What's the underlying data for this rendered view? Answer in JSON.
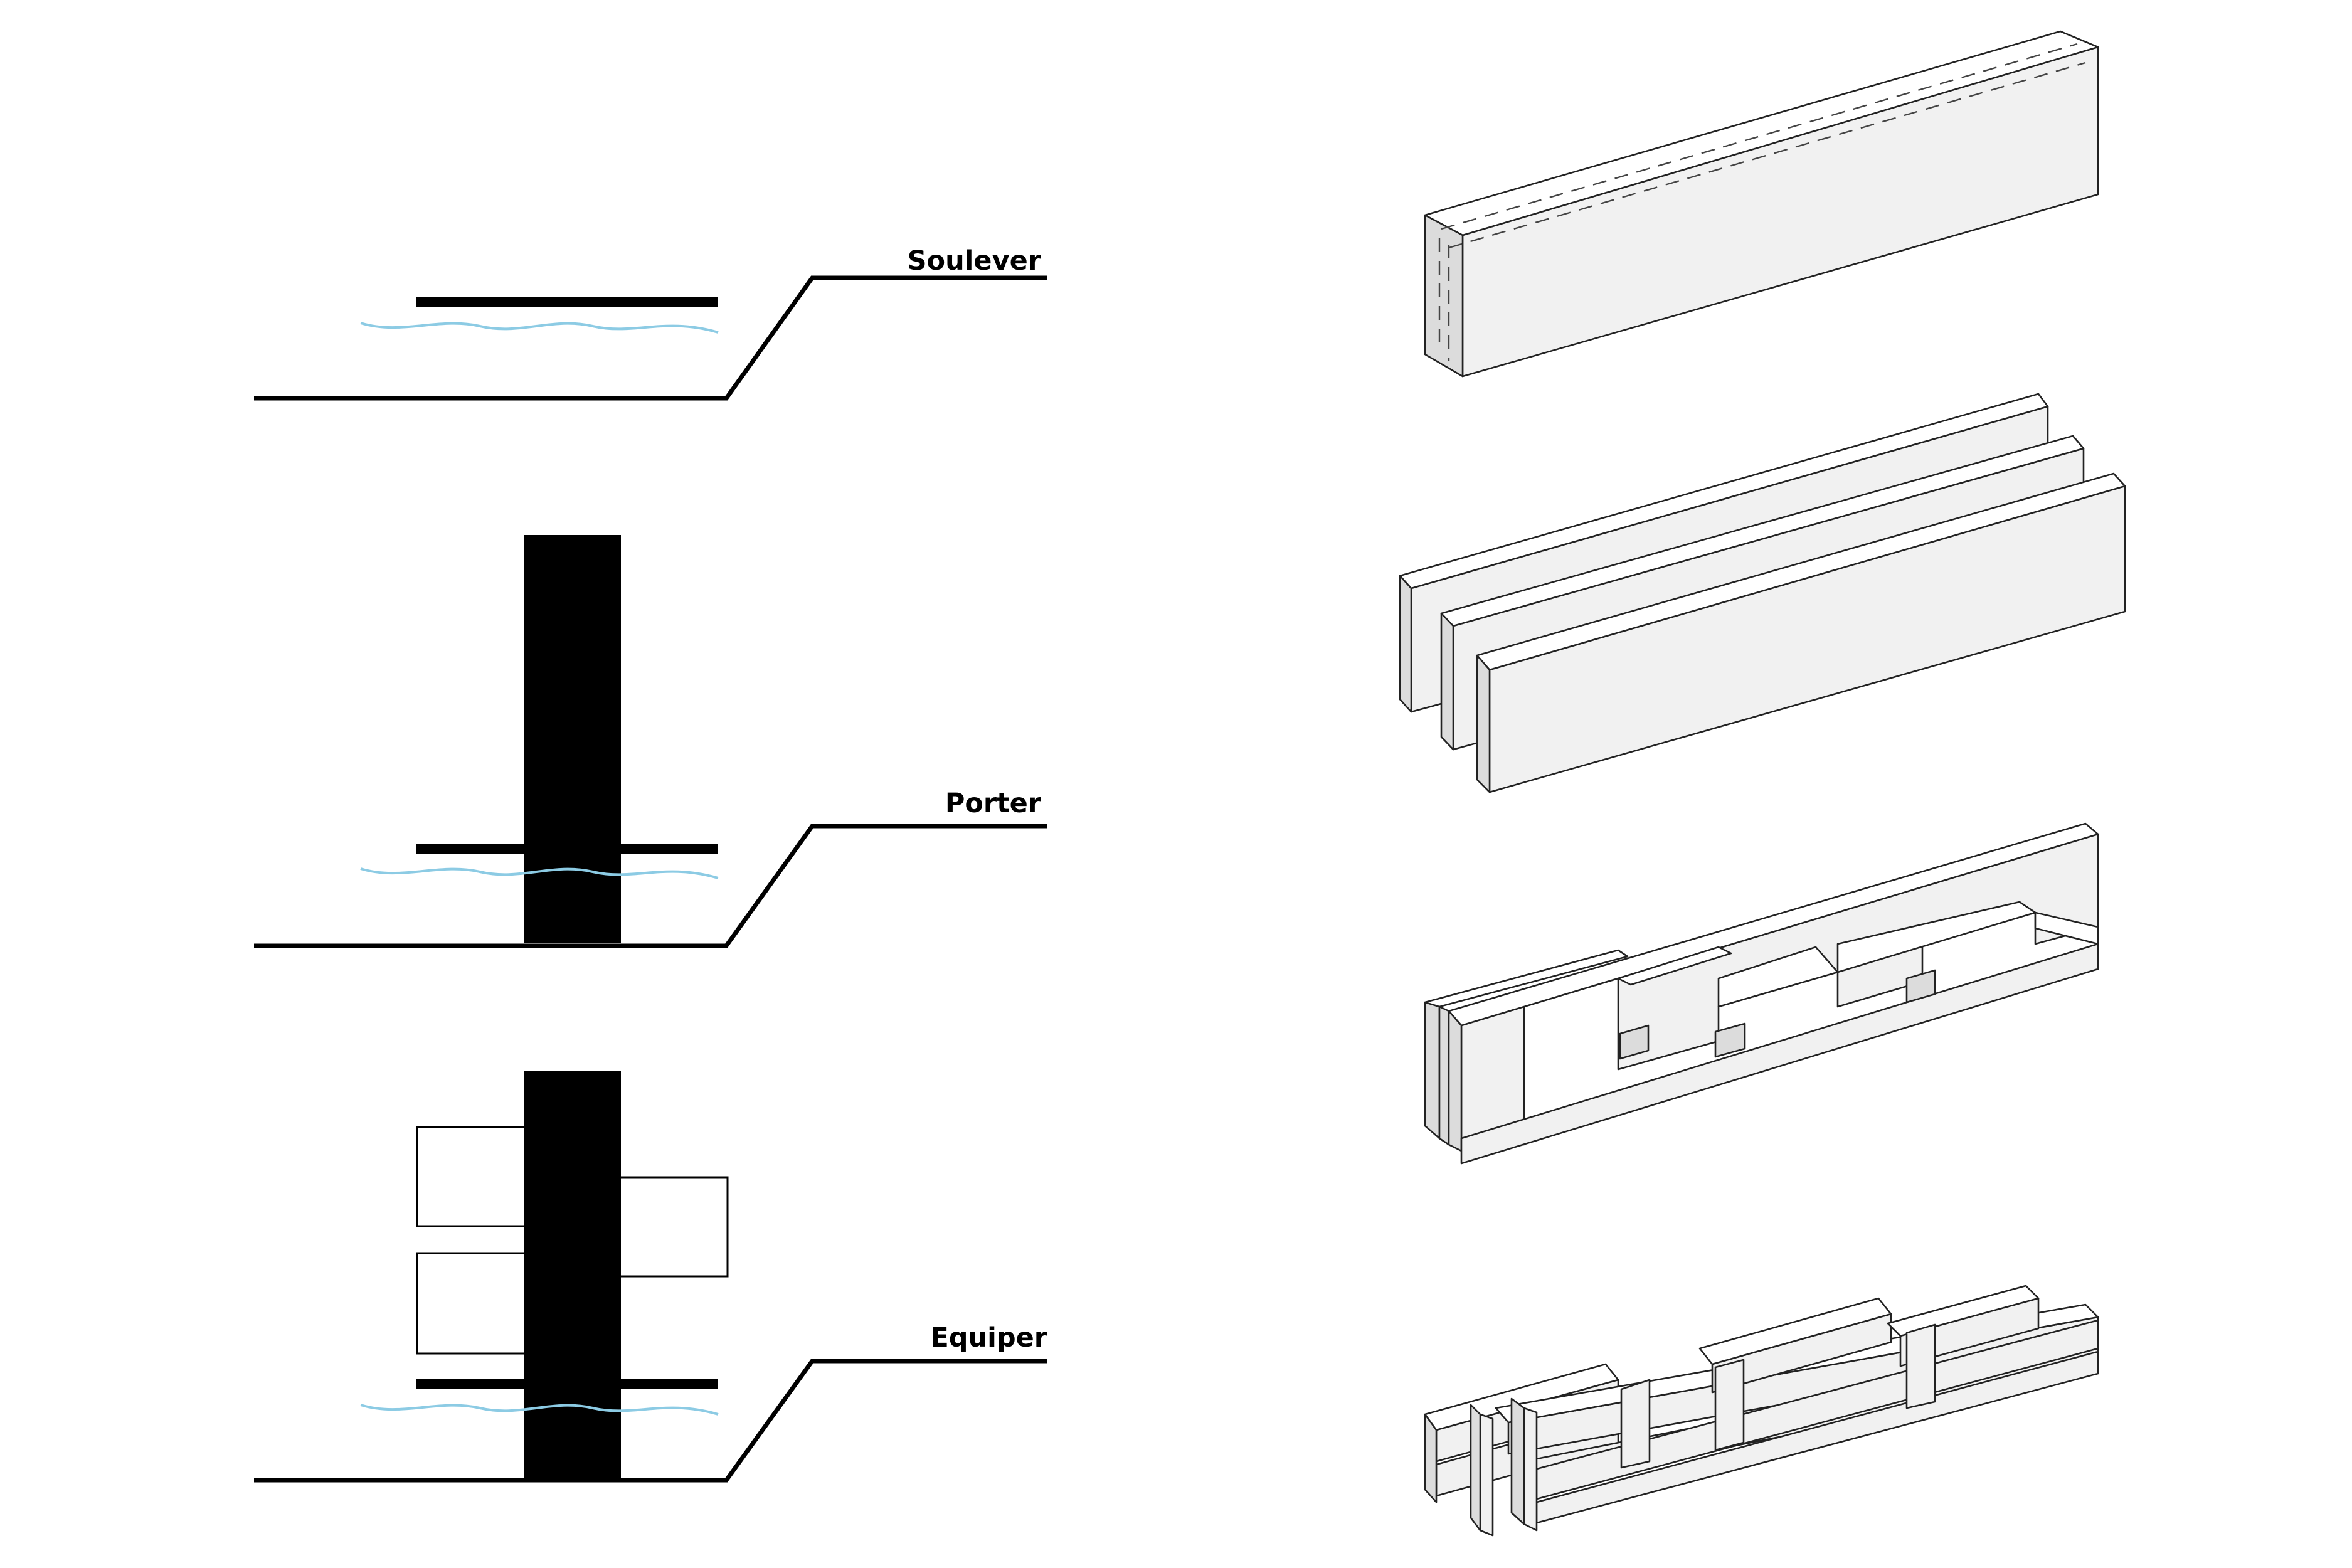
{
  "labels": {
    "soulever": "Soulever",
    "porter": "Porter",
    "equiper": "Equiper"
  },
  "colors": {
    "water": "#8ccbe4",
    "ink": "#000000",
    "face": "#f1f1f1"
  }
}
